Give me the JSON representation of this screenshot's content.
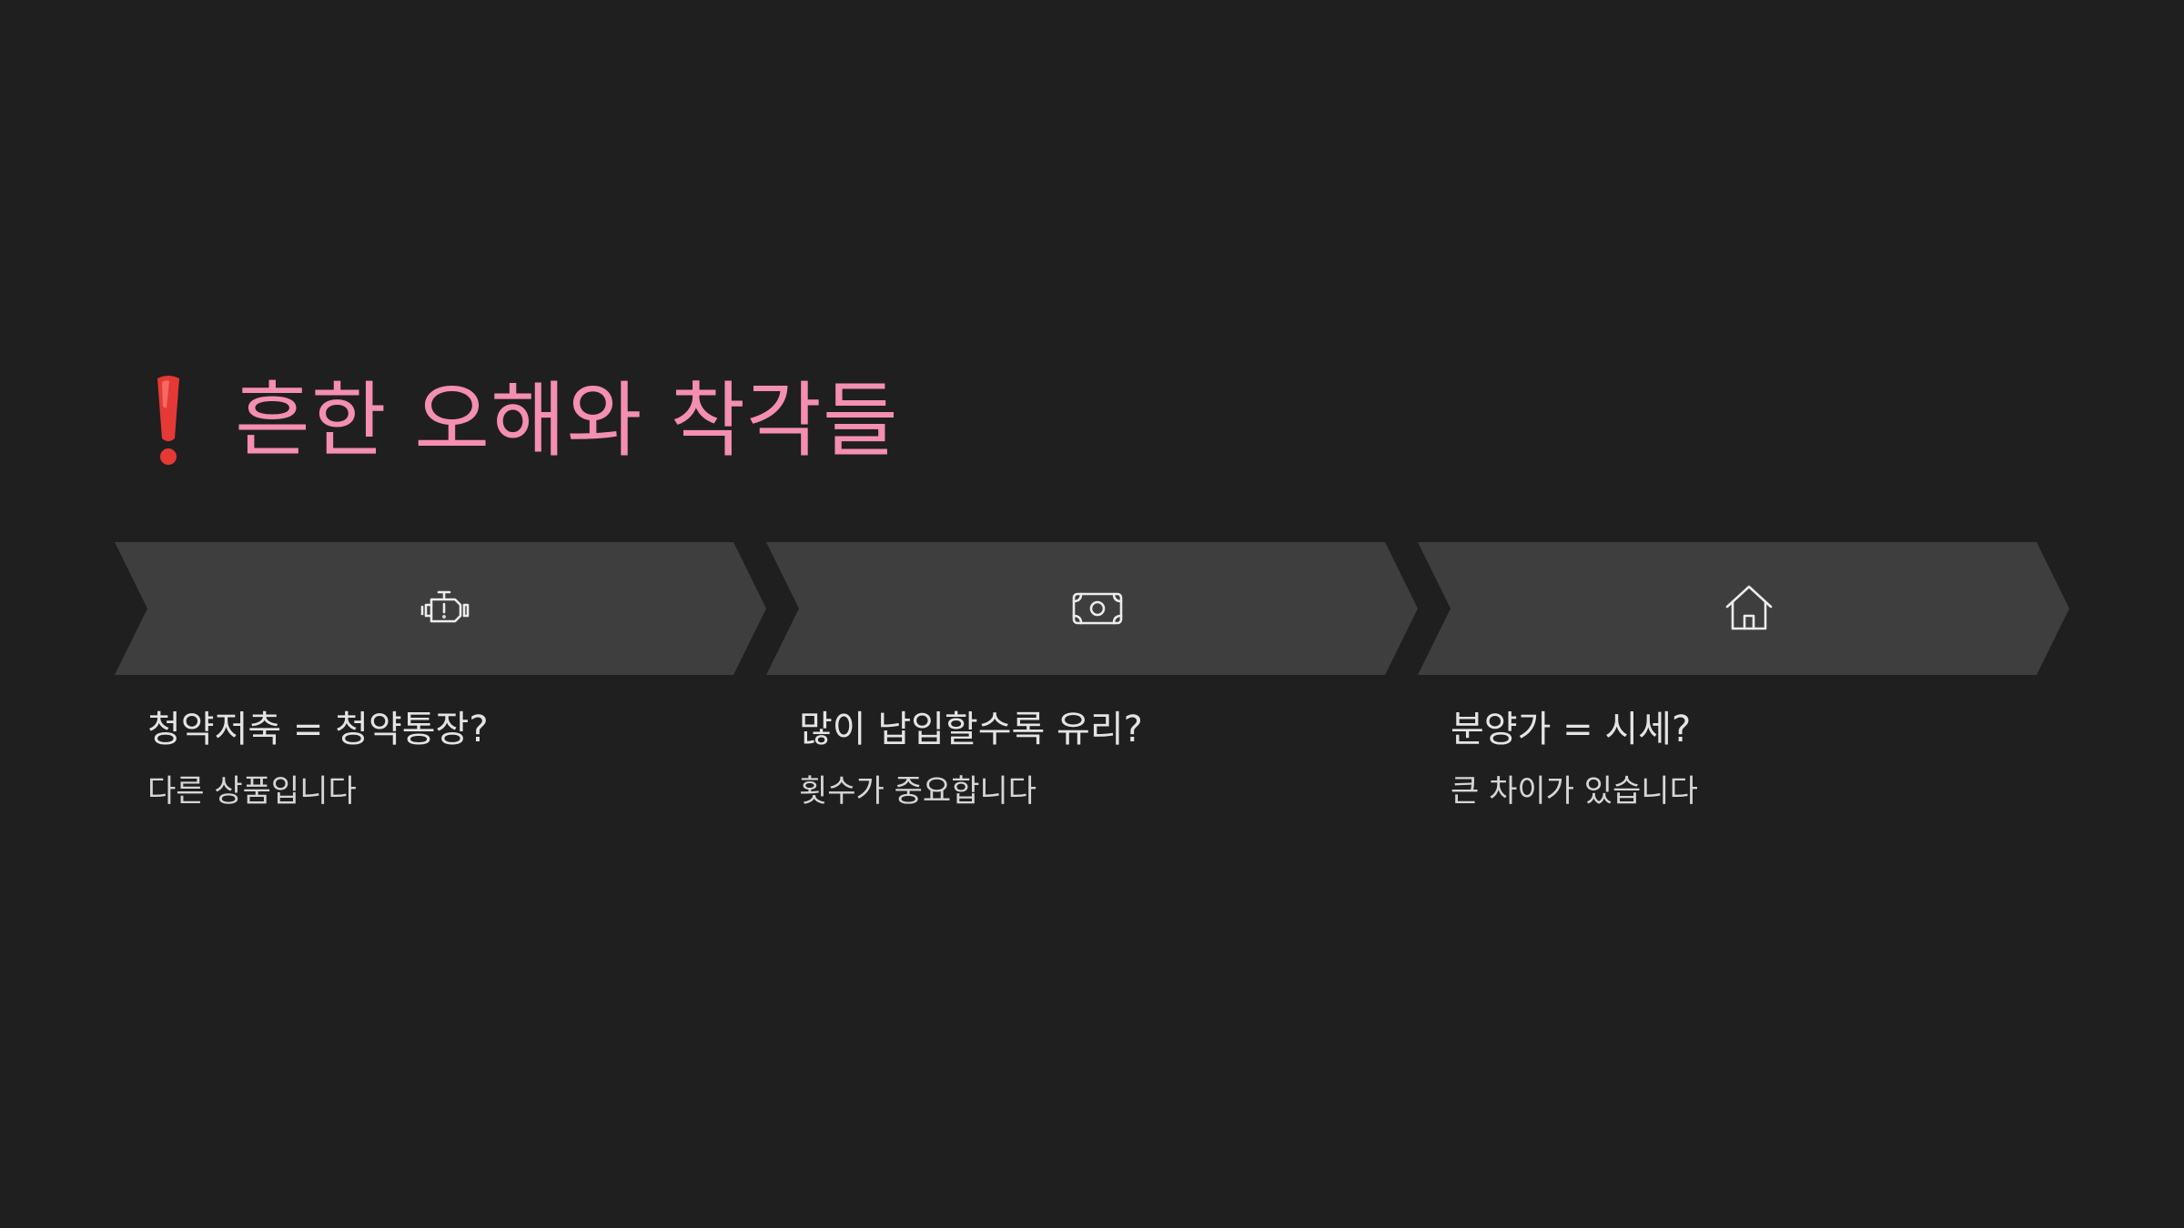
{
  "colors": {
    "background": "#1f1f1f",
    "accent": "#f48fb1",
    "chevron": "#3e3e3e",
    "exclamation": "#e53935"
  },
  "title": {
    "icon": "exclamation-mark-icon",
    "text": "흔한 오해와 착각들"
  },
  "steps": [
    {
      "icon": "engine-warning-icon",
      "heading": "청약저축 = 청약통장?",
      "sub": "다른 상품입니다"
    },
    {
      "icon": "money-bill-icon",
      "heading": "많이 납입할수록 유리?",
      "sub": "횟수가 중요합니다"
    },
    {
      "icon": "home-icon",
      "heading": "분양가 = 시세?",
      "sub": "큰 차이가 있습니다"
    }
  ]
}
